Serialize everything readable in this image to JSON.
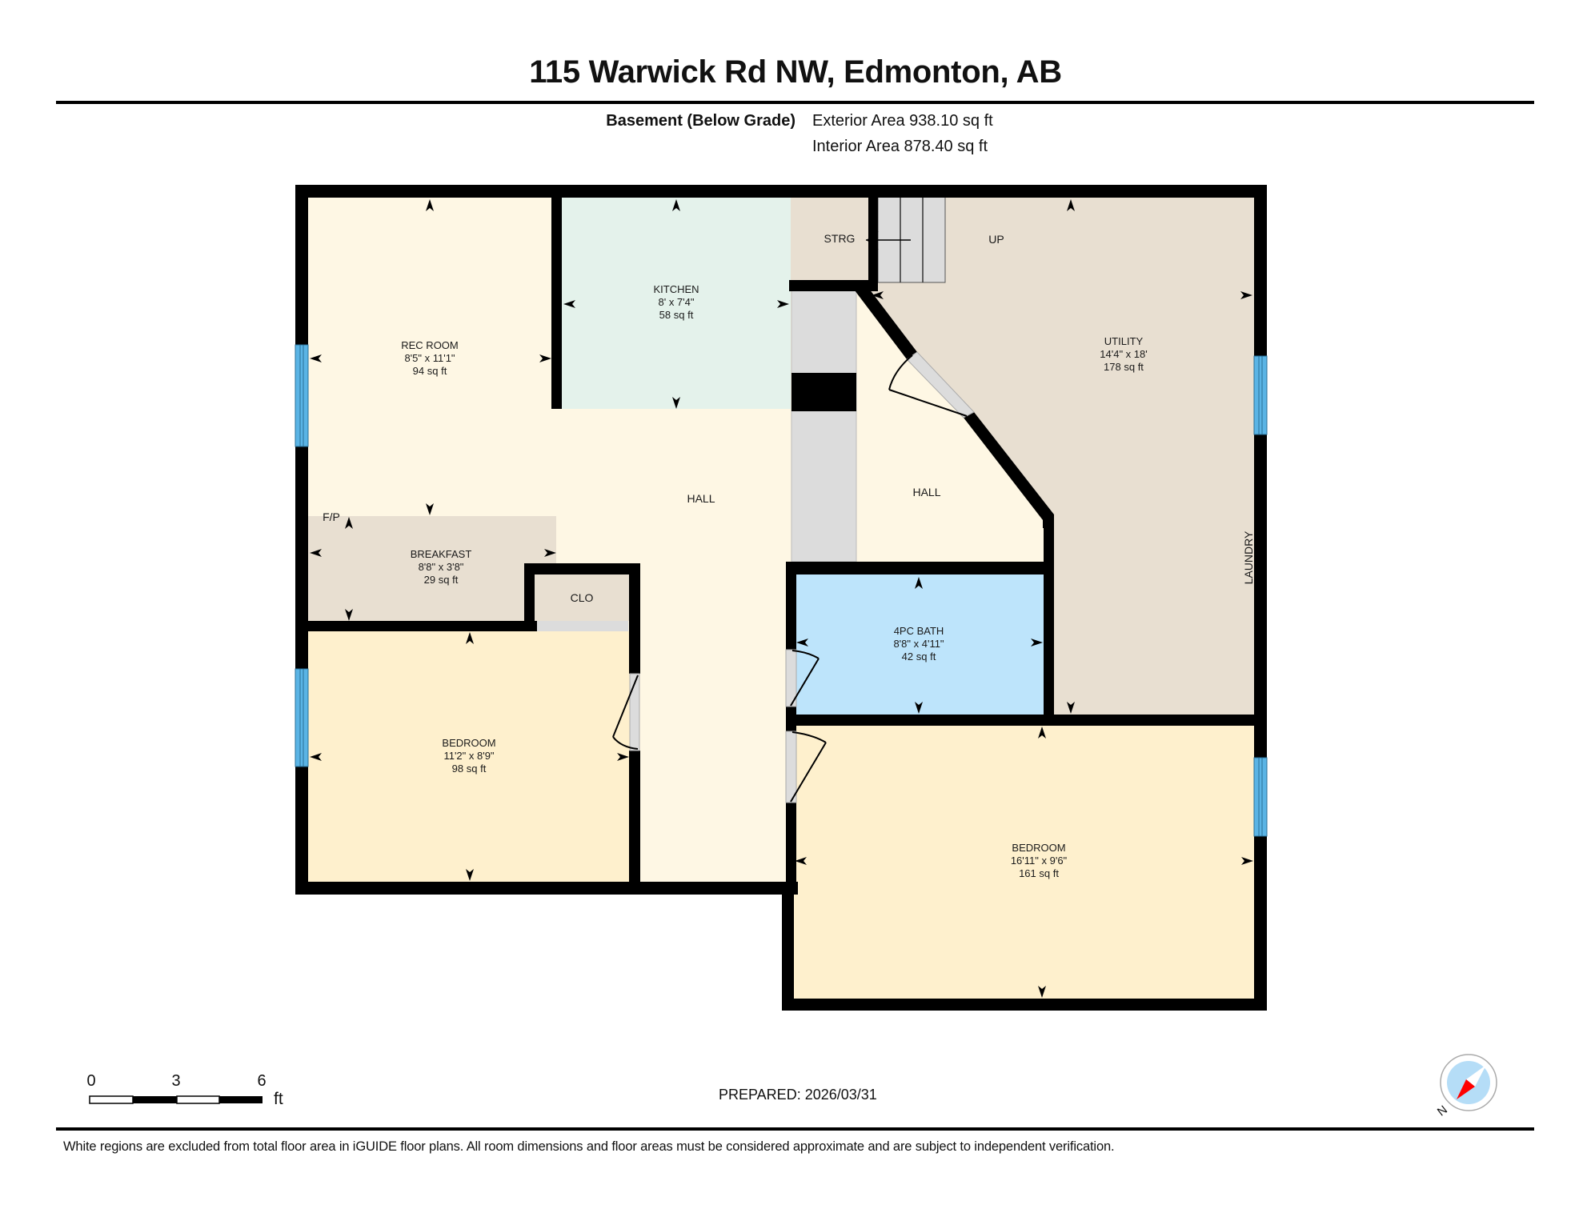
{
  "header": {
    "title": "115 Warwick Rd NW, Edmonton, AB",
    "level_label": "Basement (Below Grade)",
    "exterior_area": "Exterior Area 938.10 sq ft",
    "interior_area": "Interior Area 878.40 sq ft"
  },
  "colors": {
    "wall": "#000000",
    "hall": "#FEF7E4",
    "bedroom": "#FEF0CD",
    "utility": "#E8DFD1",
    "kitchen": "#E4F2EB",
    "bath": "#BDE4FB",
    "stair_door_gray": "#DCDCDC",
    "window": "#5AB4E5",
    "compass_face": "#B5DDF7",
    "compass_needle": "#FF0000"
  },
  "rooms": [
    {
      "id": "rec-room",
      "name": "REC ROOM",
      "dims": "8'5\" x 11'1\"",
      "area": "94 sq ft"
    },
    {
      "id": "kitchen",
      "name": "KITCHEN",
      "dims": "8' x 7'4\"",
      "area": "58 sq ft"
    },
    {
      "id": "utility",
      "name": "UTILITY",
      "dims": "14'4\" x 18'",
      "area": "178 sq ft"
    },
    {
      "id": "breakfast",
      "name": "BREAKFAST",
      "dims": "8'8\" x 3'8\"",
      "area": "29 sq ft"
    },
    {
      "id": "bath",
      "name": "4PC BATH",
      "dims": "8'8\" x 4'11\"",
      "area": "42 sq ft"
    },
    {
      "id": "bedroom-1",
      "name": "BEDROOM",
      "dims": "11'2\" x 8'9\"",
      "area": "98 sq ft"
    },
    {
      "id": "bedroom-2",
      "name": "BEDROOM",
      "dims": "16'11\" x 9'6\"",
      "area": "161 sq ft"
    }
  ],
  "labels": {
    "strg": "STRG",
    "up": "UP",
    "hall_main": "HALL",
    "hall_east": "HALL",
    "fp": "F/P",
    "clo": "CLO",
    "laundry": "LAUNDRY"
  },
  "scale_bar": {
    "ticks": [
      "0",
      "3",
      "6"
    ],
    "unit": "ft"
  },
  "prepared": "PREPARED: 2026/03/31",
  "compass": {
    "label": "N"
  },
  "footer": {
    "disclaimer": "White regions are excluded from total floor area in iGUIDE floor plans. All room dimensions and floor areas must be considered approximate and are subject to independent verification."
  }
}
